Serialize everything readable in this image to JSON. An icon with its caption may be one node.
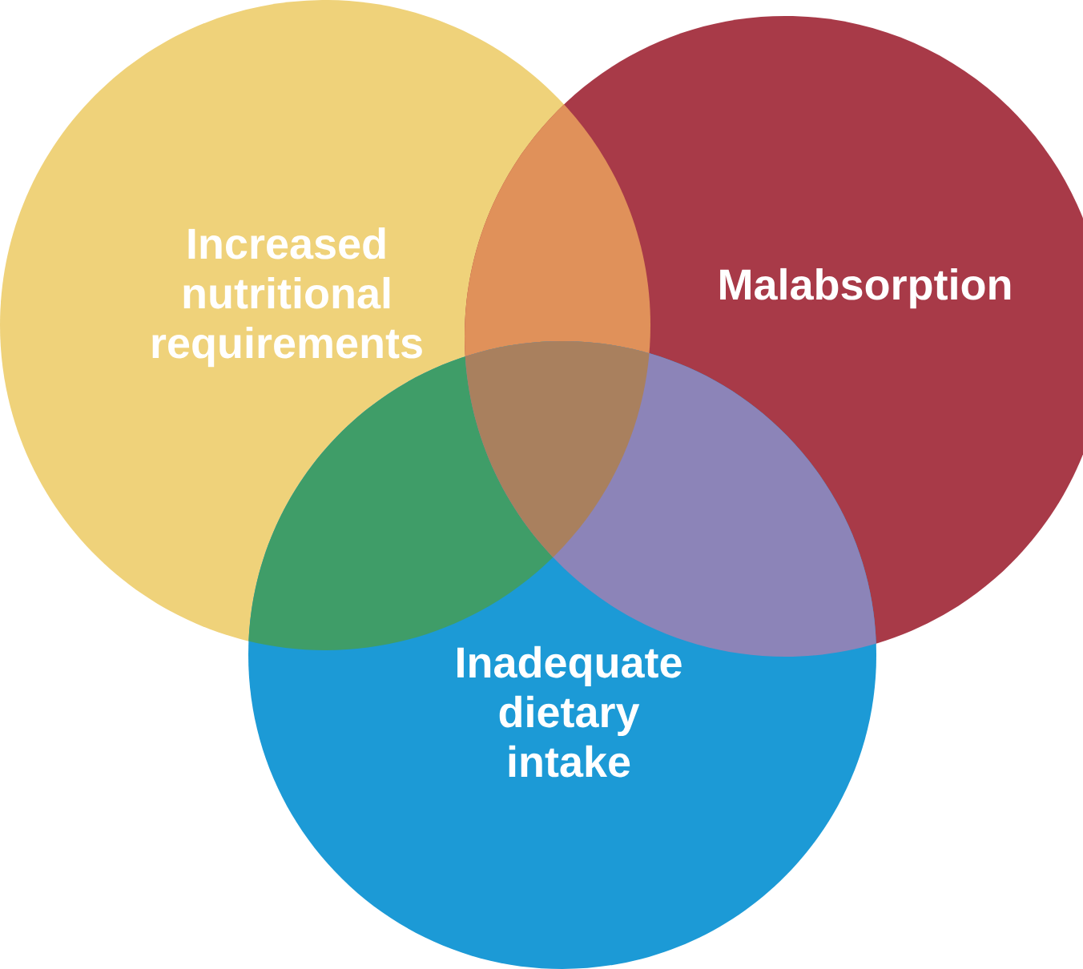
{
  "diagram": {
    "nodes": [
      {
        "text": [
          "Increased nutritional requirements"
        ]
      },
      {
        "text": [
          "Malabsorption"
        ]
      },
      {
        "text": [
          "Inadequate dietary intake"
        ]
      }
    ]
  }
}
